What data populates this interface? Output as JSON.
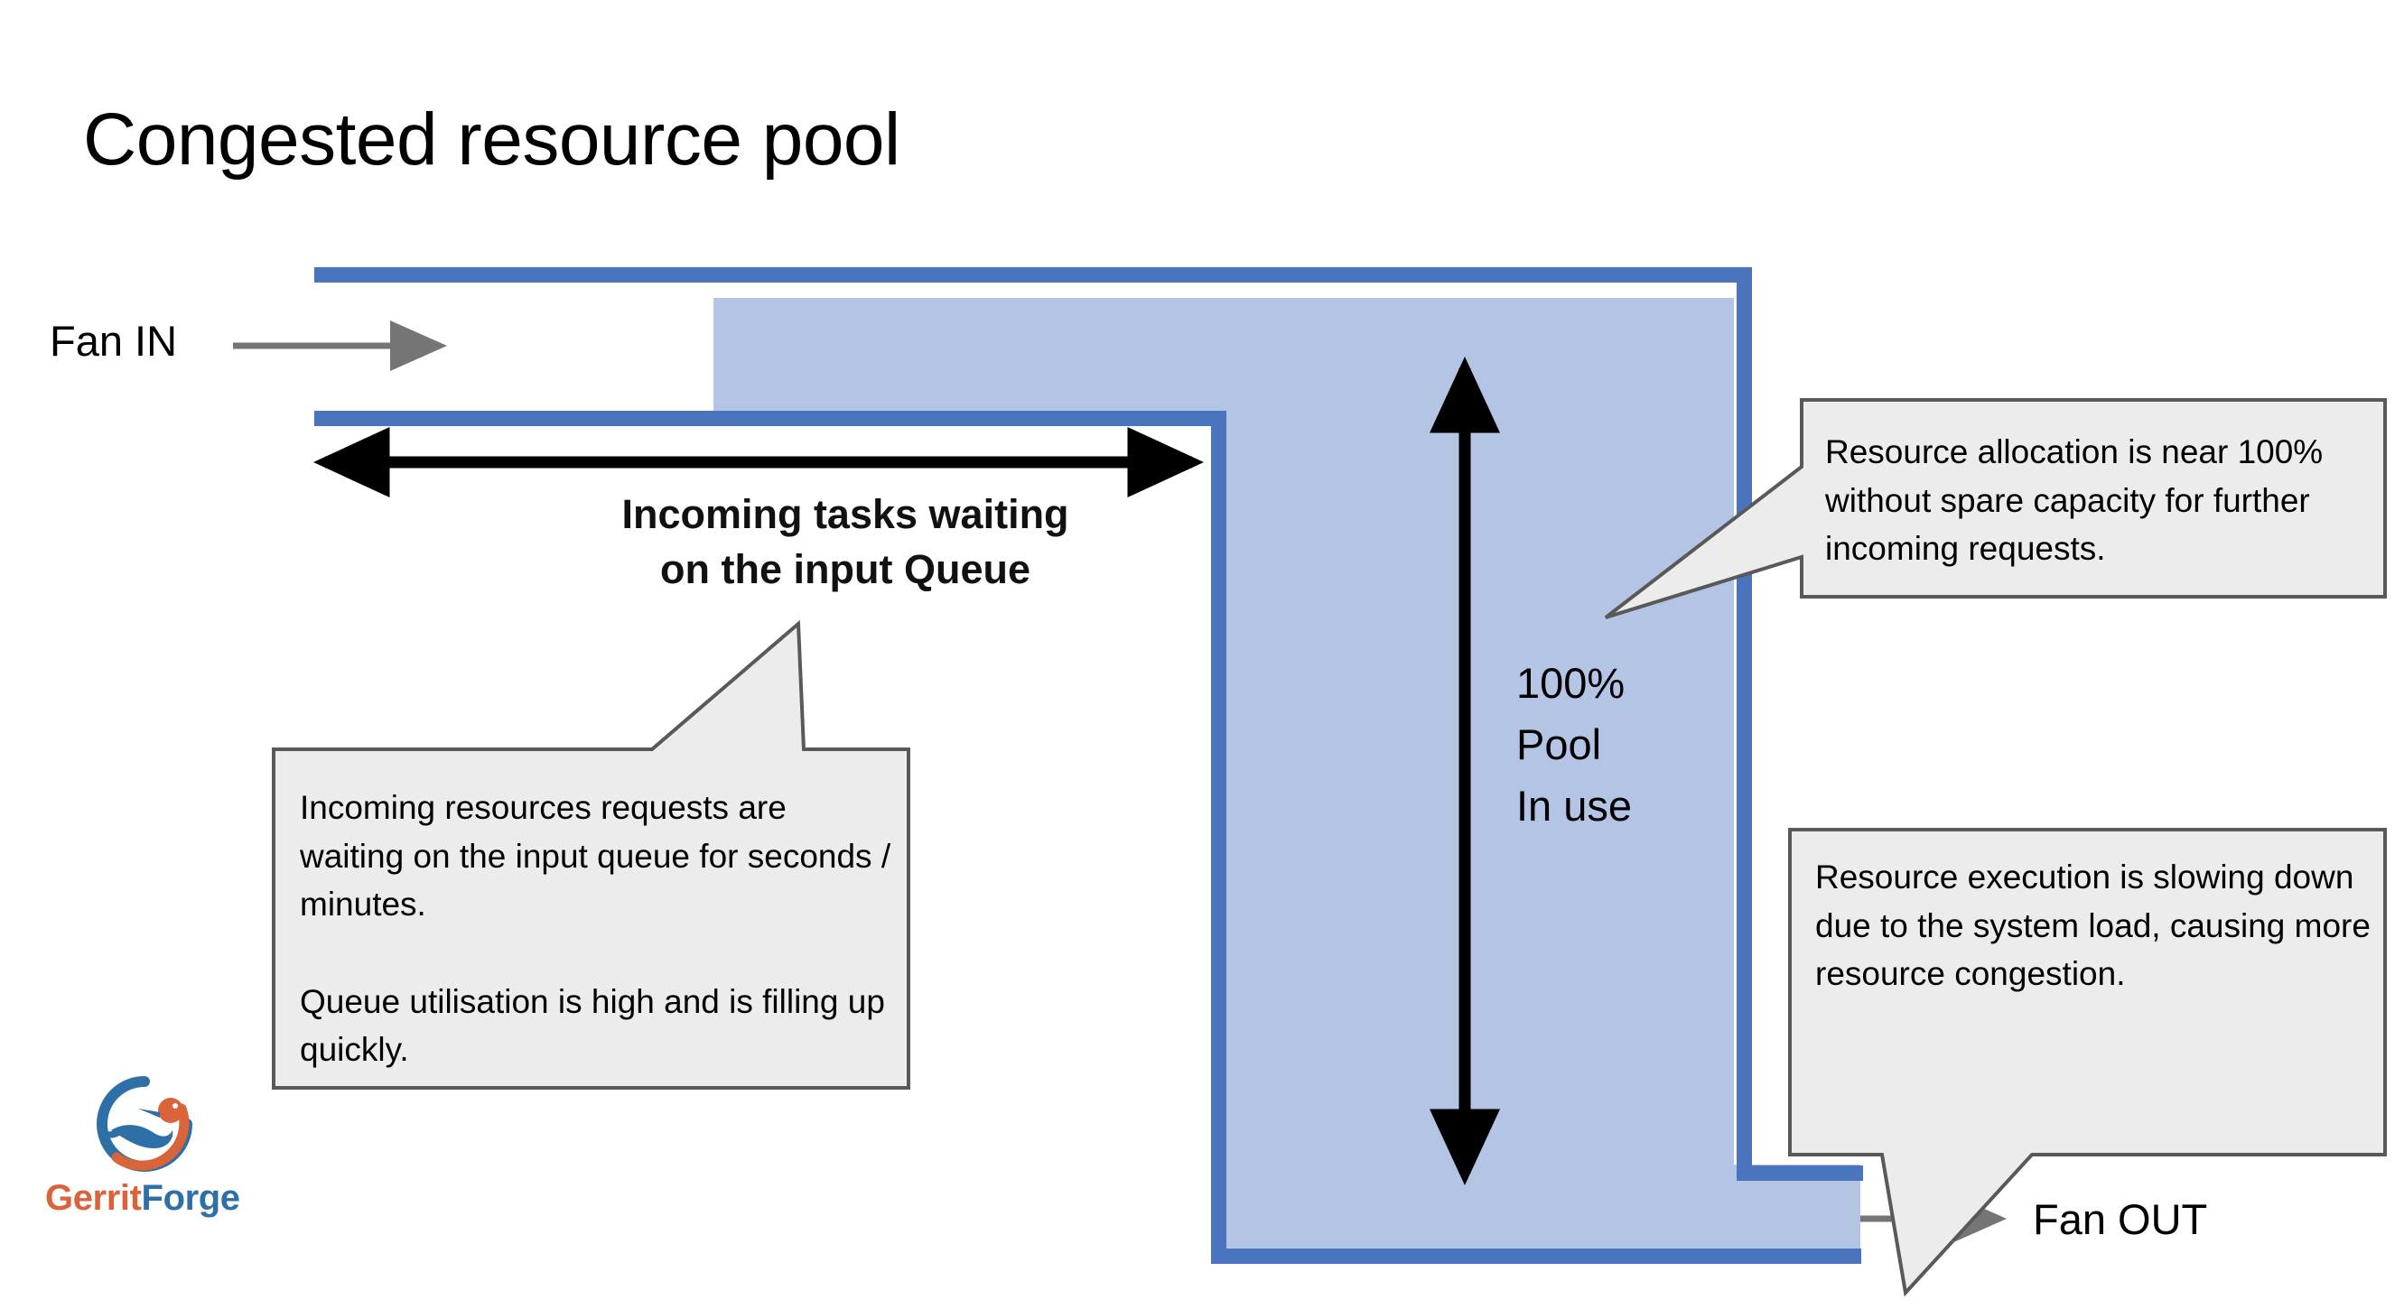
{
  "slide": {
    "title": "Congested resource pool",
    "background": "#ffffff"
  },
  "colors": {
    "pipe_border_blue": "#4A74BE",
    "pipe_fill_blue": "#B4C4E5",
    "callout_fill": "#ECECEC",
    "callout_border": "#595959",
    "arrow_gray": "#757575",
    "arrow_black": "#000000",
    "logo_orange": "#D9643A",
    "logo_blue": "#2E6FA7",
    "title_color": "#000000"
  },
  "flow": {
    "fan_in_label": "Fan IN",
    "fan_out_label": "Fan OUT",
    "queue_caption": "Incoming tasks waiting\non the input Queue",
    "pool_label": "100%\nPool\nIn use"
  },
  "callouts": [
    {
      "id": "queue-utilisation",
      "text": "Incoming resources requests are waiting on the input queue for seconds / minutes.\n\nQueue utilisation is high and is filling up quickly.",
      "tail_direction": "up-right"
    },
    {
      "id": "resource-allocation",
      "text": "Resource allocation is near 100% without spare capacity for further incoming requests.",
      "tail_direction": "down-left"
    },
    {
      "id": "resource-execution",
      "text": "Resource execution is slowing down due to the system load, causing more resource congestion.",
      "tail_direction": "down-left"
    }
  ],
  "logo": {
    "name_first": "Gerrit",
    "name_second": "Forge",
    "mark": "gerritforge-bird-icon"
  }
}
